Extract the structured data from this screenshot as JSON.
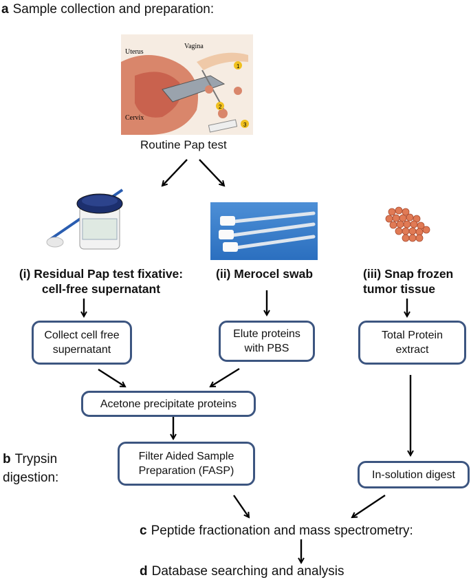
{
  "sections": {
    "a": {
      "letter": "a",
      "text": "Sample collection and preparation:"
    },
    "b": {
      "letter": "b",
      "line1": "Trypsin",
      "line2": "digestion:"
    },
    "c": {
      "letter": "c",
      "text": "Peptide fractionation and mass spectrometry:"
    },
    "d": {
      "letter": "d",
      "text": "Database searching and analysis"
    }
  },
  "illustration_labels": {
    "uterus": "Uterus",
    "vagina": "Vagina",
    "cervix": "Cervix",
    "step1": "1",
    "step2": "2",
    "step3": "3"
  },
  "routine_pap_test": "Routine Pap test",
  "branches": {
    "i_line1": "(i) Residual Pap test fixative:",
    "i_line2": "cell-free supernatant",
    "ii": "(ii) Merocel swab",
    "iii_line1": "(iii) Snap frozen",
    "iii_line2": "tumor tissue"
  },
  "boxes": {
    "collect_line1": "Collect cell free",
    "collect_line2": "supernatant",
    "elute_line1": "Elute proteins",
    "elute_line2": "with PBS",
    "total_line1": "Total Protein",
    "total_line2": "extract",
    "acetone": "Acetone precipitate proteins",
    "fasp_line1": "Filter Aided Sample",
    "fasp_line2": "Preparation (FASP)",
    "insolution": "In-solution digest"
  },
  "colors": {
    "box_border": "#3c5580",
    "arrow": "#000000",
    "tissue": "#e07a55"
  }
}
